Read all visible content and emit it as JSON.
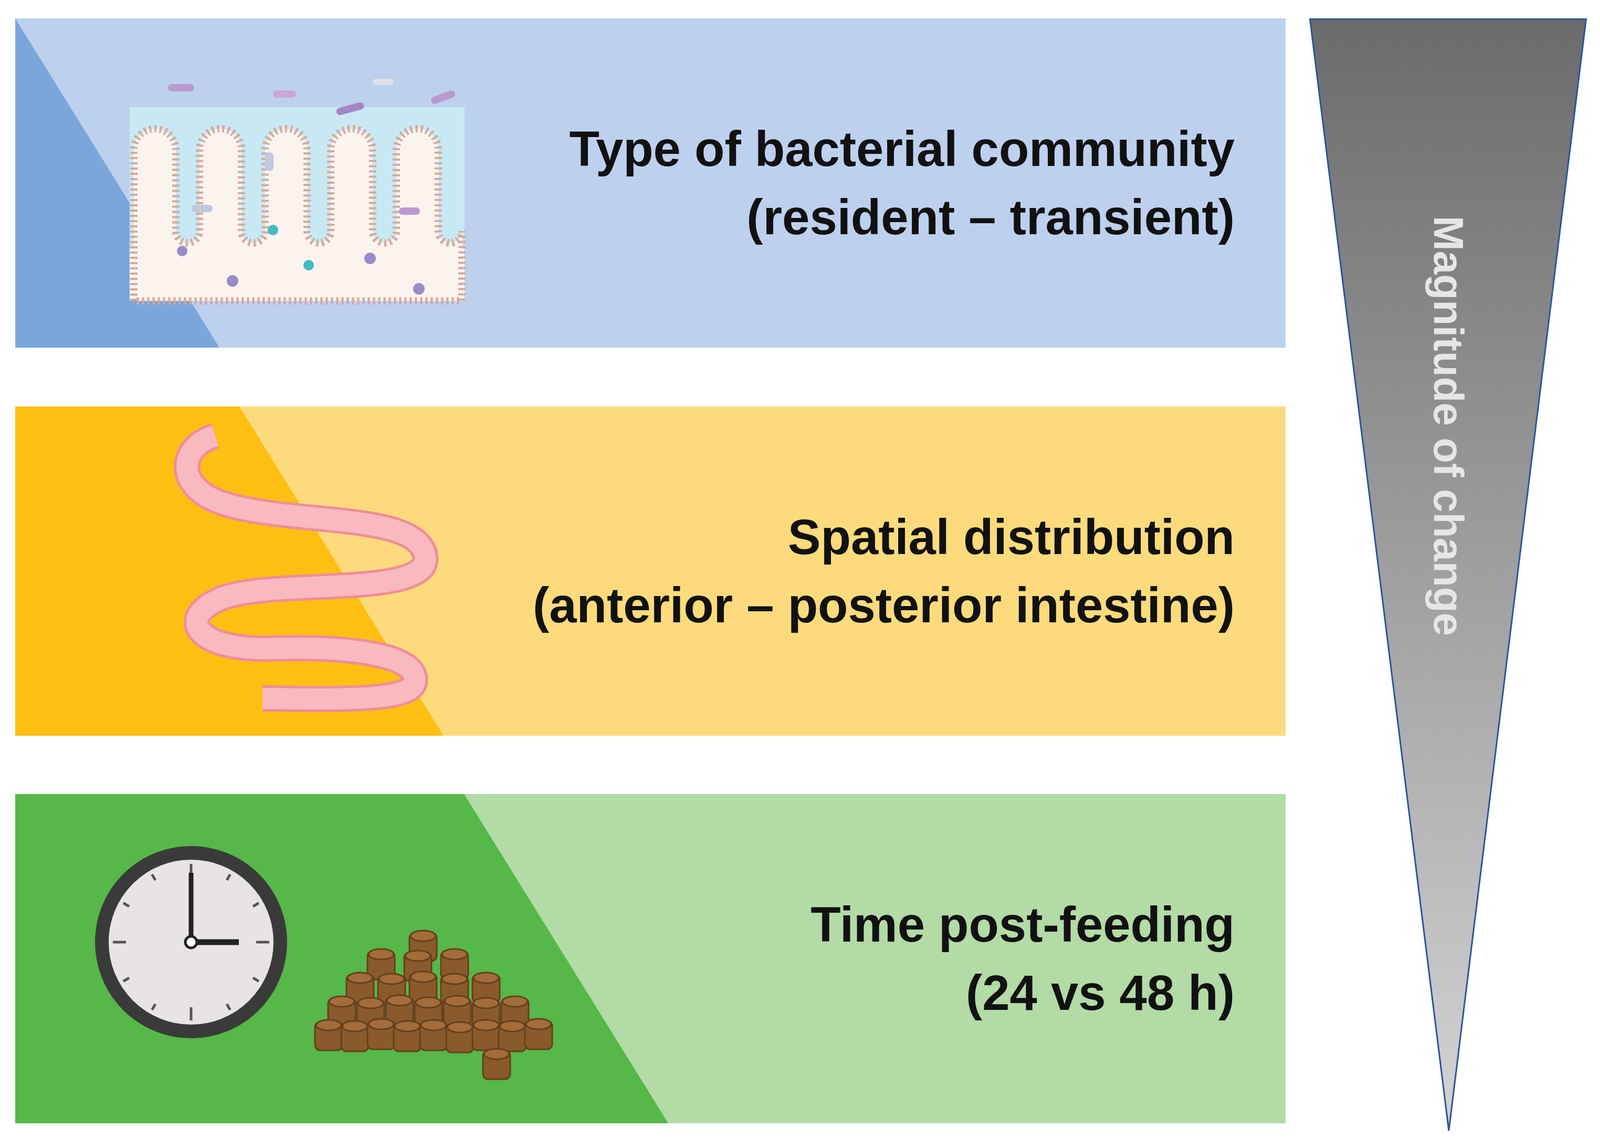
{
  "diagram": {
    "nodes": [
      {
        "text": [
          "Type of bacterial community",
          "(resident – transient)"
        ]
      },
      {
        "text": [
          "Spatial distribution",
          "(anterior – posterior intestine)"
        ]
      },
      {
        "text": [
          "Time post-feeding",
          "(24 vs 48 h)"
        ]
      },
      {
        "text": [
          "Magnitude of change"
        ]
      }
    ]
  }
}
